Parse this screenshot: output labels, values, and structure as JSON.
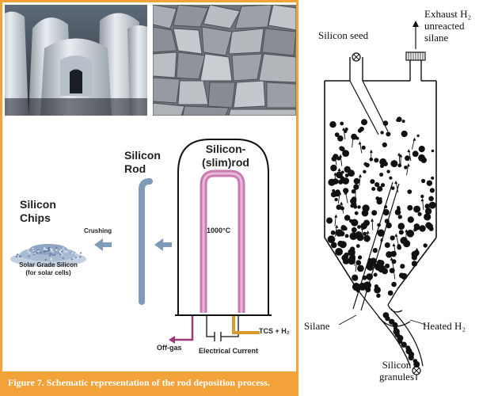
{
  "left_panel": {
    "labels": {
      "silicon_rod": [
        "Silicon",
        "Rod"
      ],
      "silicon_slim_rod": [
        "Silicon-",
        "(slim)rod"
      ],
      "silicon_chips": [
        "Silicon",
        "Chips"
      ],
      "temperature": "1000°C",
      "crushing": "Crushing",
      "solar_grade": "Solar Grade Silicon",
      "solar_cells": "(for solar cells)",
      "tcs_h2": "TCS + H₂",
      "off_gas": "Off-gas",
      "electrical_current": "Electrical Current"
    },
    "caption": "Figure 7. Schematic representation of the rod deposition process.",
    "colors": {
      "border": "#f3a23a",
      "rod": "#7f9bb8",
      "slim_rod": "#c97bb0",
      "tcs_line": "#d99a2b",
      "offgas_line": "#9c3a79",
      "arrow": "#7f9bb8"
    }
  },
  "right_panel": {
    "labels": {
      "silicon_seed": "Silicon seed",
      "exhaust": [
        "Exhaust H₂",
        "unreacted",
        "silane"
      ],
      "silane": "Silane",
      "heated_h2": "Heated H₂",
      "granules": [
        "Silicon",
        "granules"
      ]
    }
  }
}
